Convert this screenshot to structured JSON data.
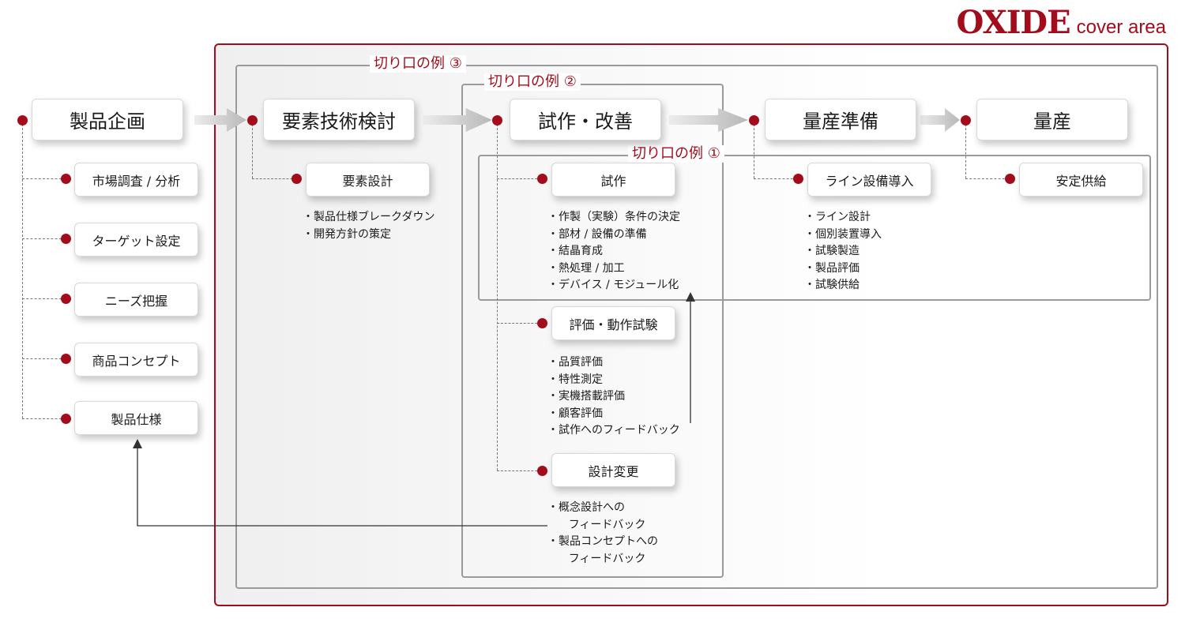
{
  "logo": {
    "brand": "OXIDE",
    "subtitle": "cover area"
  },
  "frames": {
    "example3": "切り口の例 ③",
    "example2": "切り口の例 ②",
    "example1": "切り口の例 ①"
  },
  "stages": {
    "planning": "製品企画",
    "element_study": "要素技術検討",
    "prototype": "試作・改善",
    "mass_prep": "量産準備",
    "mass_production": "量産"
  },
  "planning_items": [
    "市場調査 / 分析",
    "ターゲット設定",
    "ニーズ把握",
    "商品コンセプト",
    "製品仕様"
  ],
  "element_design": {
    "label": "要素設計",
    "bullets": [
      "・製品仕様ブレークダウン",
      "・開発方針の策定"
    ]
  },
  "prototype_sub": {
    "trial": {
      "label": "試作",
      "bullets": [
        "・作製（実験）条件の決定",
        "・部材 / 設備の準備",
        "・結晶育成",
        "・熱処理 / 加工",
        "・デバイス / モジュール化"
      ]
    },
    "evaluation": {
      "label": "評価・動作試験",
      "bullets": [
        "・品質評価",
        "・特性測定",
        "・実機搭載評価",
        "・顧客評価",
        "・試作へのフィードバック"
      ]
    },
    "design_change": {
      "label": "設計変更",
      "bullets": [
        "・概念設計への",
        "      フィードバック",
        "・製品コンセプトへの",
        "      フィードバック"
      ]
    }
  },
  "line_equipment": {
    "label": "ライン設備導入",
    "bullets": [
      "・ライン設計",
      "・個別装置導入",
      "・試験製造",
      "・製品評価",
      "・試験供給"
    ]
  },
  "stable_supply": {
    "label": "安定供給"
  },
  "colors": {
    "accent": "#a30d1b",
    "frame": "#9a9a9a",
    "cover": "#a30d1b"
  }
}
